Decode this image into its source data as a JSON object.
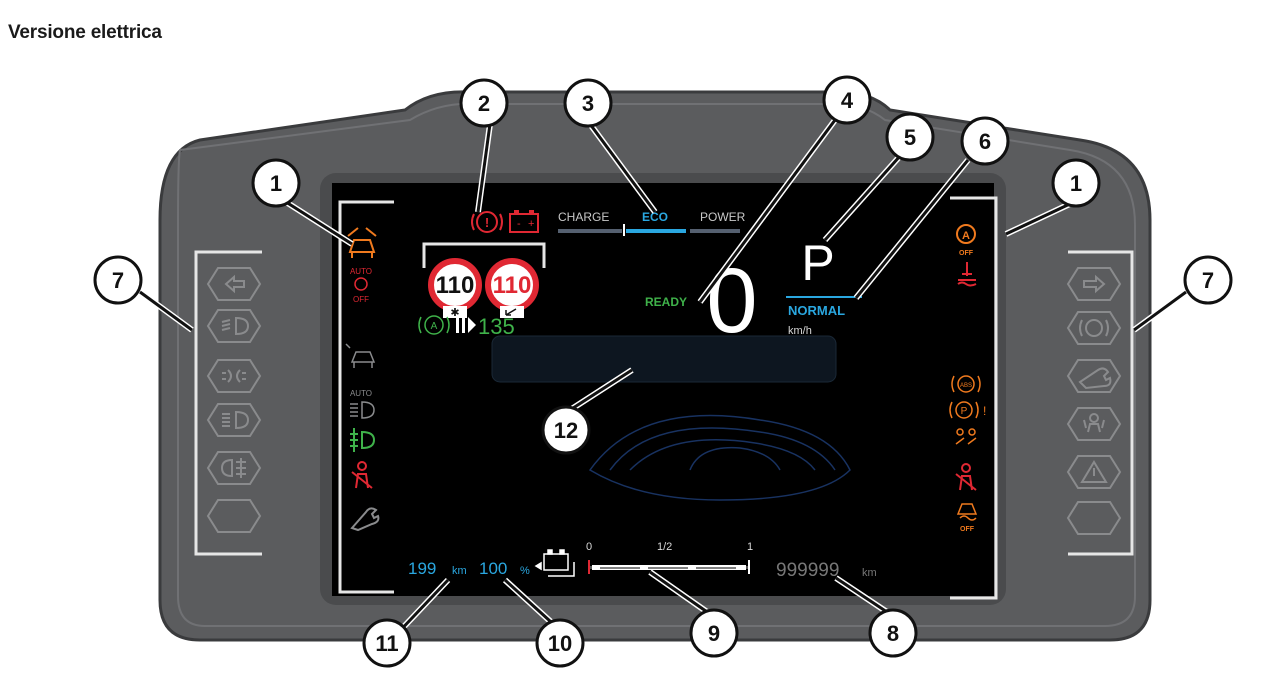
{
  "heading": "Versione elettrica",
  "screen": {
    "drive_modes": [
      "CHARGE",
      "ECO",
      "POWER"
    ],
    "active_mode": "ECO",
    "ready_label": "READY",
    "speed_value": "0",
    "gear": "P",
    "drive_profile": "NORMAL",
    "speed_unit": "km/h",
    "speed_sign_1": "110",
    "speed_sign_2": "110",
    "cruise_setpoint": "135",
    "cruise_icon_text": "(A)",
    "auto_label": "AUTO",
    "off_label": "OFF",
    "range_value": "199",
    "range_unit": "km",
    "charge_value": "100",
    "charge_unit": "%",
    "gauge_ticks": [
      "0",
      "1/2",
      "1"
    ],
    "odometer_value": "999999",
    "odometer_unit": "km"
  },
  "callouts": [
    "1",
    "2",
    "3",
    "4",
    "5",
    "6",
    "1",
    "7",
    "7",
    "12",
    "11",
    "10",
    "9",
    "8"
  ],
  "colors": {
    "bezel": "#5a5b5d",
    "bezel_edge": "#3c3d3f",
    "screen": "#000000",
    "accent_blue": "#2aa7e0",
    "warning_red": "#e02833",
    "warning_orange": "#f07a1e",
    "indicator_green": "#3fb24a"
  },
  "icons": [
    "left-turn-icon",
    "low-beam-icon",
    "side-lights-icon",
    "high-beam-icon",
    "rear-fog-icon",
    "right-turn-icon",
    "parking-brake-icon",
    "service-wrench-icon",
    "airbag-icon",
    "hazard-icon",
    "brake-warning-icon",
    "battery-warning-icon",
    "car-distance-icon",
    "auto-hold-icon",
    "front-fog-icon",
    "seatbelt-icon",
    "abs-icon",
    "esp-off-icon",
    "start-stop-off-icon"
  ]
}
